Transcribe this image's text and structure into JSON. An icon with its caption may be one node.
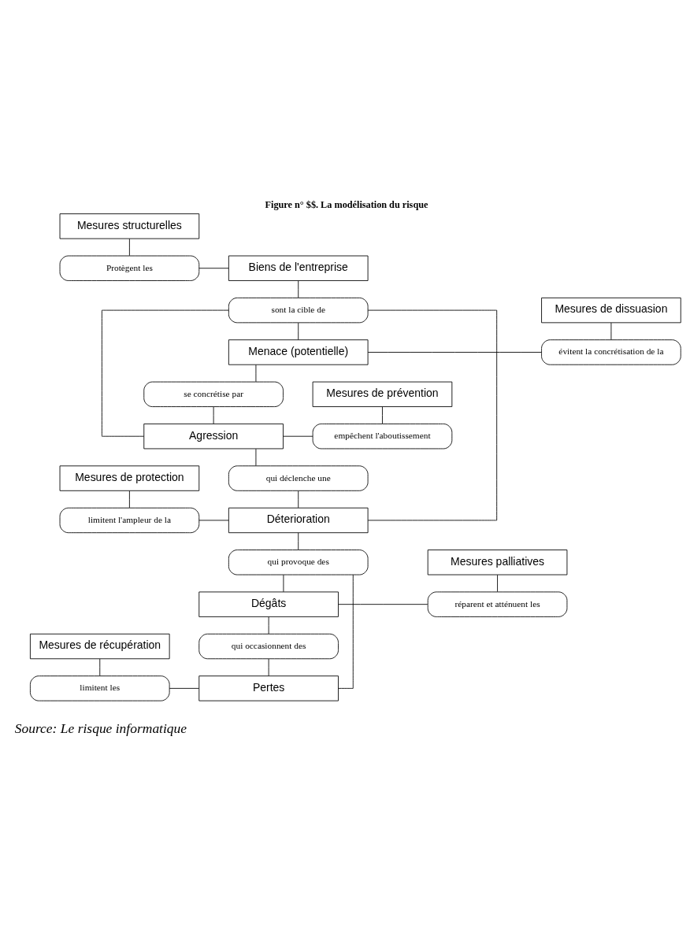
{
  "diagram": {
    "title": "Figure n° $$. La modélisation du risque",
    "caption": "Source: Le risque informatique",
    "nodes": [
      {
        "text": [
          "Mesures structurelles"
        ]
      },
      {
        "text": [
          "Protègent les"
        ]
      },
      {
        "text": [
          "Biens de l'entreprise"
        ]
      },
      {
        "text": [
          "Mesures de dissuasion"
        ]
      },
      {
        "text": [
          "sont la cible de"
        ]
      },
      {
        "text": [
          "évitent la concrétisation de la"
        ]
      },
      {
        "text": [
          "Menace (potentielle)"
        ]
      },
      {
        "text": [
          "Mesures de prévention"
        ]
      },
      {
        "text": [
          "se concrétise par"
        ]
      },
      {
        "text": [
          "empêchent l'aboutissement"
        ]
      },
      {
        "text": [
          "Agression"
        ]
      },
      {
        "text": [
          "Mesures de protection"
        ]
      },
      {
        "text": [
          "qui déclenche une"
        ]
      },
      {
        "text": [
          "limitent l'ampleur de la"
        ]
      },
      {
        "text": [
          "Déterioration"
        ]
      },
      {
        "text": [
          "Mesures palliatives"
        ]
      },
      {
        "text": [
          "qui provoque des"
        ]
      },
      {
        "text": [
          "réparent et atténuent les"
        ]
      },
      {
        "text": [
          "Dégâts"
        ]
      },
      {
        "text": [
          "Mesures de récupération"
        ]
      },
      {
        "text": [
          "qui occasionnent des"
        ]
      },
      {
        "text": [
          "limitent les"
        ]
      },
      {
        "text": [
          "Pertes"
        ]
      }
    ],
    "edges": [
      {
        "from": 0,
        "to": 1,
        "arrow": "none"
      },
      {
        "from": 1,
        "to": 2,
        "arrow": "none"
      },
      {
        "from": 2,
        "to": 4,
        "arrow": "none"
      },
      {
        "from": 3,
        "to": 5,
        "arrow": "none"
      },
      {
        "from": 5,
        "to": 6,
        "arrow": "none"
      },
      {
        "from": 4,
        "to": 6,
        "arrow": "none"
      },
      {
        "from": 4,
        "to": 10,
        "arrow": "none"
      },
      {
        "from": 4,
        "to": 14,
        "arrow": "none"
      },
      {
        "from": 6,
        "to": 8,
        "arrow": "none"
      },
      {
        "from": 7,
        "to": 9,
        "arrow": "none"
      },
      {
        "from": 9,
        "to": 10,
        "arrow": "none"
      },
      {
        "from": 8,
        "to": 10,
        "arrow": "none"
      },
      {
        "from": 10,
        "to": 12,
        "arrow": "none"
      },
      {
        "from": 11,
        "to": 13,
        "arrow": "none"
      },
      {
        "from": 13,
        "to": 14,
        "arrow": "none"
      },
      {
        "from": 12,
        "to": 14,
        "arrow": "none"
      },
      {
        "from": 14,
        "to": 16,
        "arrow": "none"
      },
      {
        "from": 15,
        "to": 17,
        "arrow": "none"
      },
      {
        "from": 17,
        "to": 18,
        "arrow": "none"
      },
      {
        "from": 16,
        "to": 18,
        "arrow": "none"
      },
      {
        "from": 16,
        "to": 22,
        "arrow": "none"
      },
      {
        "from": 18,
        "to": 20,
        "arrow": "none"
      },
      {
        "from": 19,
        "to": 21,
        "arrow": "none"
      },
      {
        "from": 21,
        "to": 22,
        "arrow": "none"
      },
      {
        "from": 20,
        "to": 22,
        "arrow": "none"
      }
    ]
  }
}
